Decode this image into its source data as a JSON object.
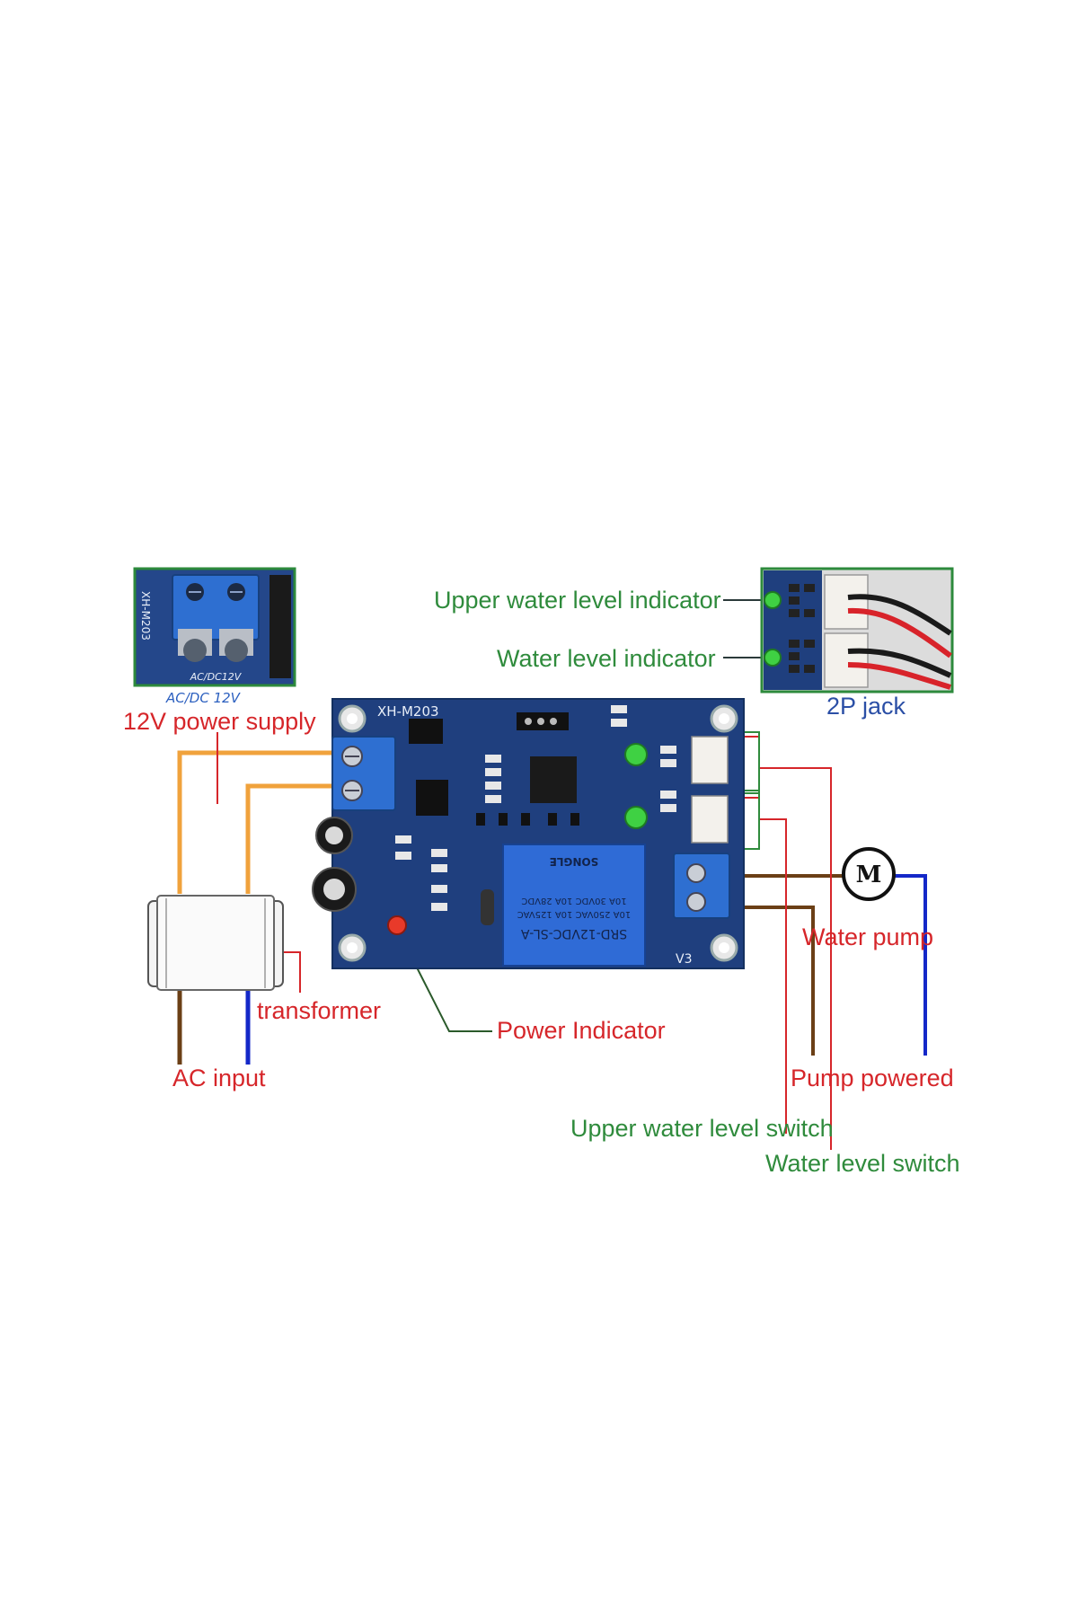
{
  "board": {
    "model": "XH-M203",
    "relay_line1": "SRD-12VDC-SL-A",
    "relay_line2": "10A 250VAC 10A 125VAC",
    "relay_line3": "10A 30VDC 10A 28VDC",
    "relay_brand": "SONGLE",
    "version": "V3",
    "inset_model": "XH-M203",
    "inset_label": "AC/DC12V"
  },
  "labels": {
    "acdc": "AC/DC  12V",
    "supply": "12V power supply",
    "upper_indicator": "Upper water level indicator",
    "level_indicator": "Water level indicator",
    "jack": "2P jack",
    "transformer": "transformer",
    "ac_input": "AC input",
    "power_indicator": "Power Indicator",
    "pump": "Water pump",
    "pump_powered": "Pump powered",
    "upper_switch": "Upper water level switch",
    "level_switch": "Water level switch",
    "motor": "M"
  },
  "colors": {
    "board": "#1f3f7e",
    "terminal": "#2e6fd1",
    "red_label": "#d6262a",
    "green_label": "#2f8b3c",
    "orange_wire": "#f0a23c",
    "brown_wire": "#6b3f16",
    "blue_wire": "#1428c8"
  }
}
